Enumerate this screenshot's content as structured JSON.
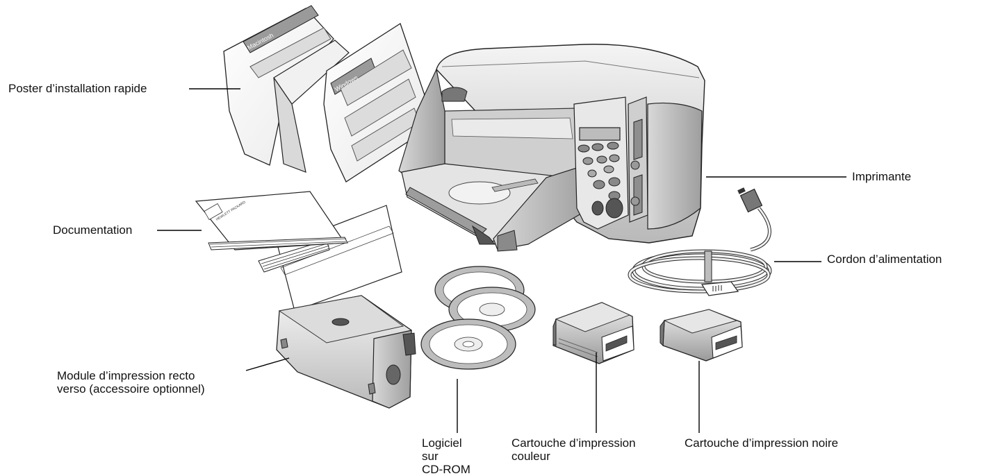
{
  "labels": {
    "poster": "Poster d’installation rapide",
    "documentation": "Documentation",
    "imprimante": "Imprimante",
    "cordon": "Cordon d’alimentation",
    "module_line1": "Module d’impression recto",
    "module_line2": "verso (accessoire optionnel)",
    "logiciel_line1": "Logiciel sur",
    "logiciel_line2": "CD-ROM",
    "cartouche_couleur_line1": "Cartouche d’impression",
    "cartouche_couleur_line2": "couleur",
    "cartouche_noire": "Cartouche d’impression noire"
  },
  "poster_tabs": {
    "macintosh": "Macintosh",
    "windows": "Windows"
  },
  "doc_logo": "HEWLETT PACKARD"
}
